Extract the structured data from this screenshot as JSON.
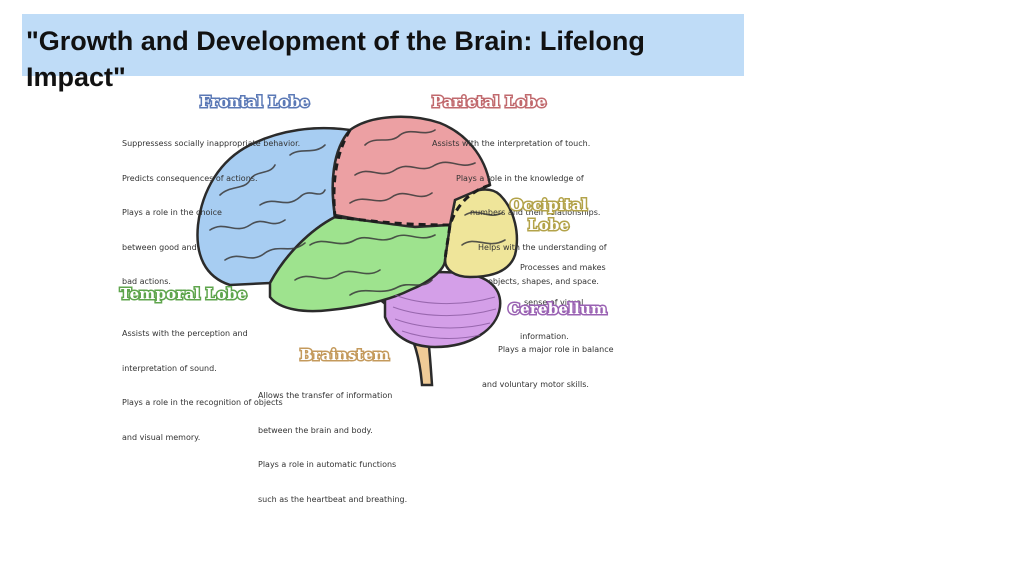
{
  "slide": {
    "title": "\"Growth and Development of the Brain: Lifelong Impact\""
  },
  "colors": {
    "title_bg": "#bfdcf7",
    "frontal": "#a7cdf2",
    "parietal": "#eca0a3",
    "occipital": "#efe59a",
    "temporal": "#9ee38e",
    "cerebellum": "#d49fe8",
    "brainstem": "#efcb97"
  },
  "lobes": {
    "frontal": {
      "title": "Frontal Lobe",
      "lines": [
        "Suppressess socially inappropriate behavior.",
        "Predicts consequences of actions.",
        "Plays a role in the choice",
        "between good and",
        "bad actions."
      ]
    },
    "parietal": {
      "title": "Parietal Lobe",
      "lines": [
        "Assists with the interpretation of touch.",
        "Plays a role in the knowledge of",
        "numbers and their relationships.",
        "Helps with the understanding of",
        "objects, shapes, and space."
      ]
    },
    "occipital": {
      "title_1": "Occipital",
      "title_2": "Lobe",
      "lines": [
        "Processes and makes",
        "sense of visual",
        "information."
      ]
    },
    "temporal": {
      "title": "Temporal Lobe",
      "lines": [
        "Assists with the perception and",
        "interpretation of sound.",
        "Plays a role in the recognition of objects",
        "and visual memory."
      ]
    },
    "cerebellum": {
      "title": "Cerebellum",
      "lines": [
        "Plays a major role in balance",
        "and voluntary motor skills."
      ]
    },
    "brainstem": {
      "title": "Brainstem",
      "lines": [
        "Allows the transfer of information",
        "between the brain and body.",
        "Plays a role in automatic functions",
        "such as the heartbeat and breathing."
      ]
    }
  }
}
